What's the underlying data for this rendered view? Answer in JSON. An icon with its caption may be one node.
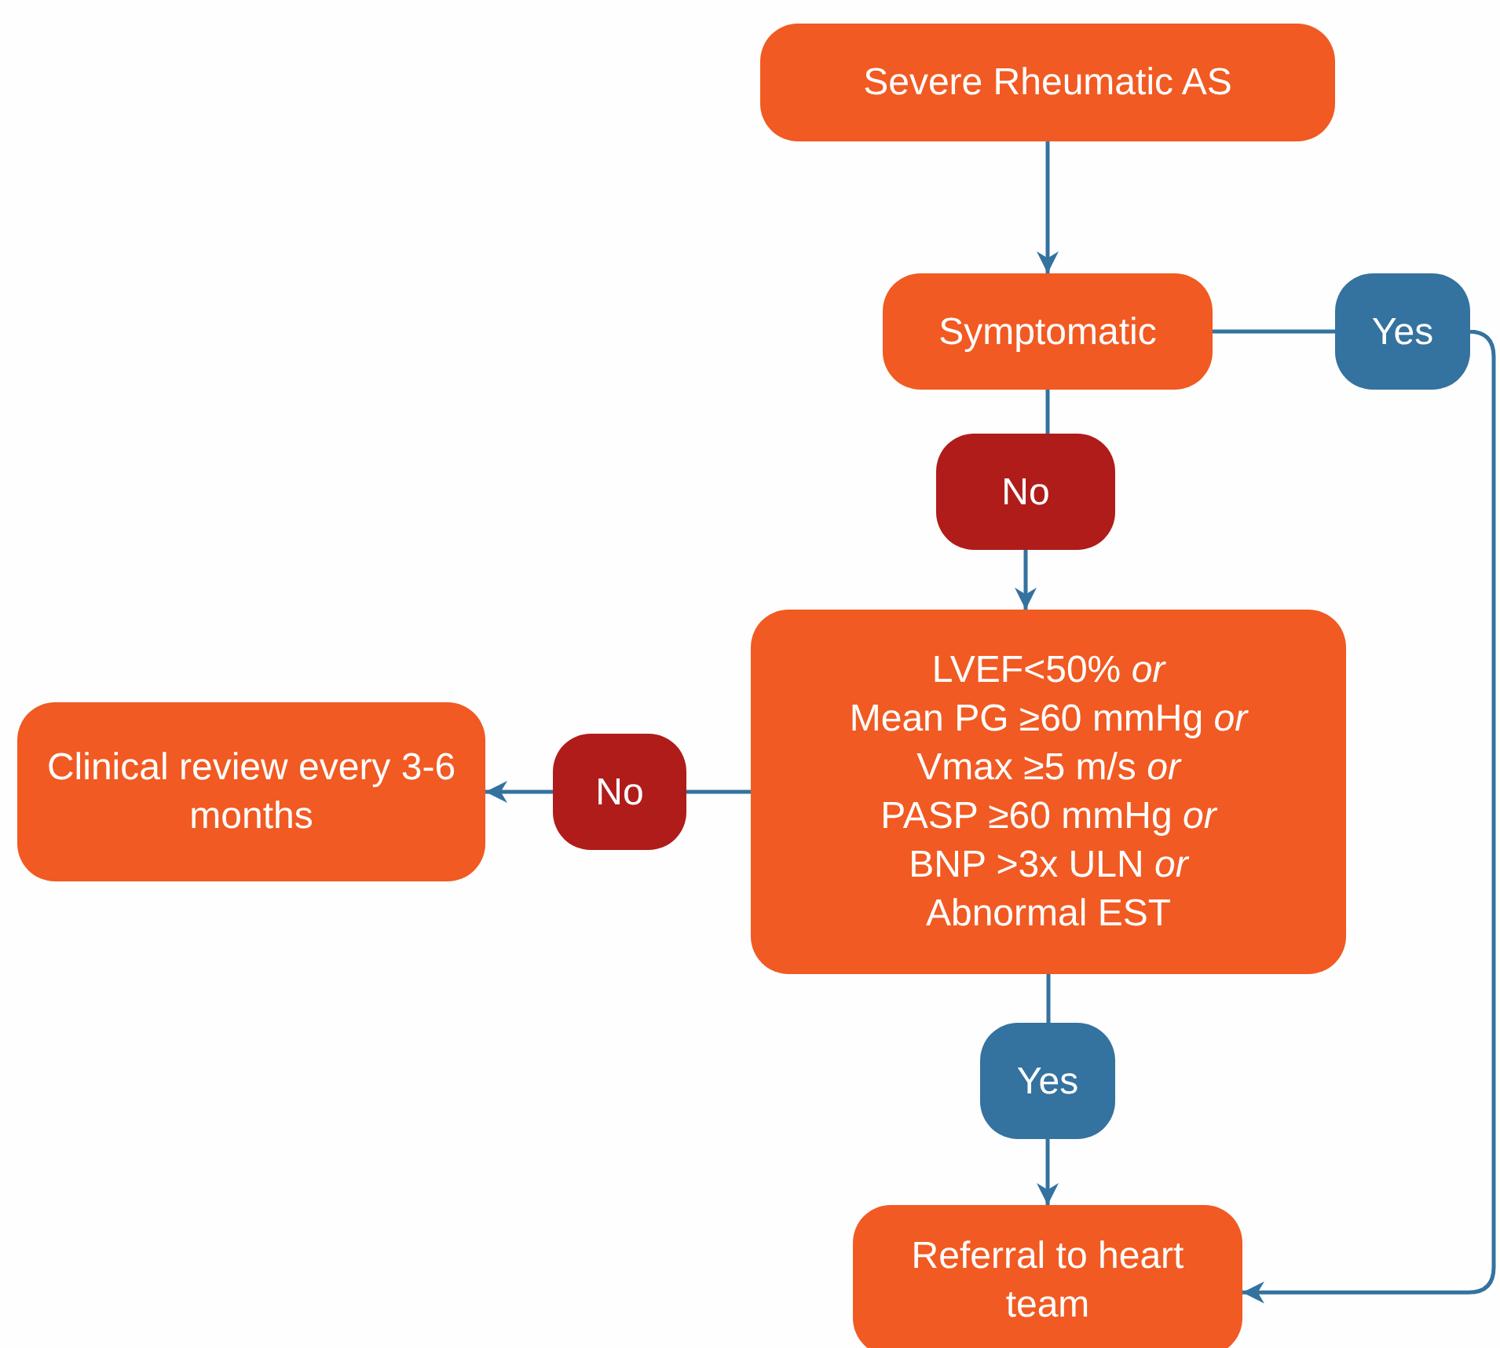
{
  "diagram": {
    "nodes": [
      {
        "text": [
          "Severe Rheumatic AS"
        ]
      },
      {
        "text": [
          "Symptomatic"
        ]
      },
      {
        "text": [
          "Yes"
        ]
      },
      {
        "text": [
          "No"
        ]
      },
      {
        "text": [
          "LVEF<50% *or*",
          "Mean PG ≥60 mmHg *or*",
          "Vmax ≥5 m/s *or*",
          "PASP ≥60 mmHg *or*",
          "BNP >3x ULN *or*",
          "Abnormal EST"
        ]
      },
      {
        "text": [
          "No"
        ]
      },
      {
        "text": [
          "Clinical review every 3-6 months"
        ]
      },
      {
        "text": [
          "Yes"
        ]
      },
      {
        "text": [
          "Referral to heart team"
        ]
      }
    ],
    "edges": [
      {
        "from": 0,
        "to": 1,
        "arrow": "to"
      },
      {
        "from": 1,
        "to": 2,
        "arrow": "none"
      },
      {
        "from": 1,
        "to": 3,
        "arrow": "none"
      },
      {
        "from": 3,
        "to": 4,
        "arrow": "to"
      },
      {
        "from": 4,
        "to": 5,
        "arrow": "none"
      },
      {
        "from": 5,
        "to": 6,
        "arrow": "to"
      },
      {
        "from": 4,
        "to": 7,
        "arrow": "none"
      },
      {
        "from": 7,
        "to": 8,
        "arrow": "to"
      },
      {
        "from": 2,
        "to": 8,
        "arrow": "to"
      }
    ]
  }
}
